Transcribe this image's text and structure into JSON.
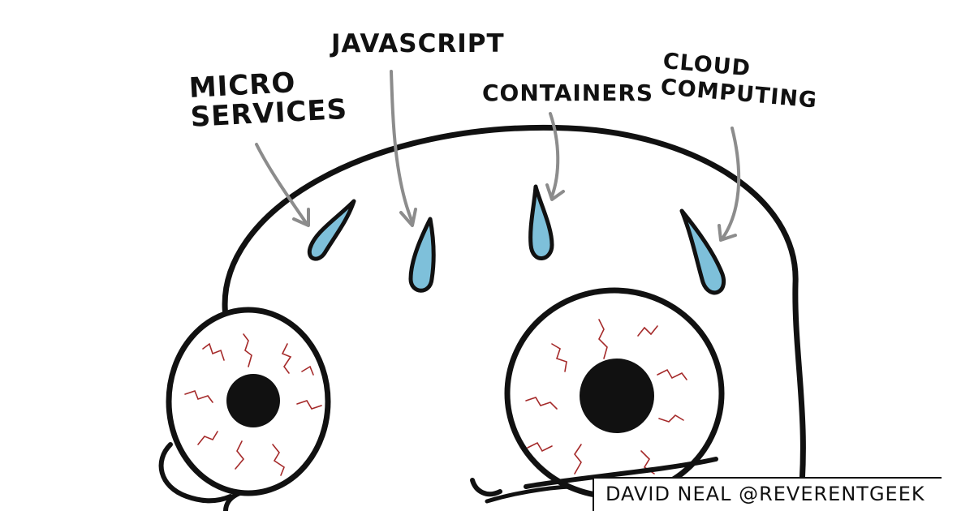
{
  "labels": {
    "micro_line1": "MICRO",
    "micro_line2": "SERVICES",
    "javascript": "JAVASCRIPT",
    "containers": "CONTAINERS",
    "cloud_line1": "CLOUD",
    "cloud_line2": "COMPUTING"
  },
  "credit": "DAVID NEAL @REVERENTGEEK",
  "colors": {
    "ink": "#111111",
    "arrow": "#8c8c8c",
    "sweat": "#7ec0da",
    "vein": "#a52a2a",
    "background": "#ffffff"
  }
}
